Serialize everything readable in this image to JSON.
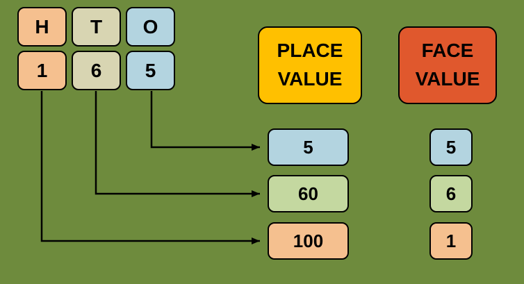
{
  "colors": {
    "background": "#6e8b3d",
    "peach": "#f5c08f",
    "tan": "#d8d5b2",
    "blue": "#b3d4e0",
    "green": "#c4d8a0",
    "yellow": "#ffc000",
    "orange": "#e0582d",
    "line": "#000000"
  },
  "hto": {
    "headers": [
      {
        "label": "H",
        "color": "peach"
      },
      {
        "label": "T",
        "color": "tan"
      },
      {
        "label": "O",
        "color": "blue"
      }
    ],
    "digits": [
      {
        "label": "1",
        "color": "peach"
      },
      {
        "label": "6",
        "color": "tan"
      },
      {
        "label": "5",
        "color": "blue"
      }
    ]
  },
  "place_value": {
    "title": "PLACE VALUE",
    "values": [
      {
        "label": "5",
        "color": "blue"
      },
      {
        "label": "60",
        "color": "green"
      },
      {
        "label": "100",
        "color": "peach"
      }
    ]
  },
  "face_value": {
    "title": "FACE VALUE",
    "values": [
      {
        "label": "5",
        "color": "blue"
      },
      {
        "label": "6",
        "color": "green"
      },
      {
        "label": "1",
        "color": "peach"
      }
    ]
  },
  "connections": [
    {
      "from": "digit-5-ones",
      "to": "place-value-5"
    },
    {
      "from": "digit-6-tens",
      "to": "place-value-60"
    },
    {
      "from": "digit-1-hundreds",
      "to": "place-value-100"
    }
  ]
}
